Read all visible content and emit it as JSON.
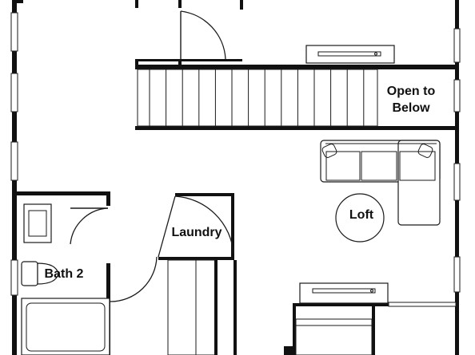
{
  "plan": {
    "rooms": [
      {
        "id": "open-to-below",
        "lines": [
          "Open to",
          "Below"
        ]
      },
      {
        "id": "loft",
        "lines": [
          "Loft"
        ]
      },
      {
        "id": "laundry",
        "lines": [
          "Laundry"
        ]
      },
      {
        "id": "bath-2",
        "lines": [
          "Bath 2"
        ]
      }
    ]
  },
  "colors": {
    "wall": "#111111",
    "line": "#1a1a1a",
    "background": "#ffffff"
  }
}
